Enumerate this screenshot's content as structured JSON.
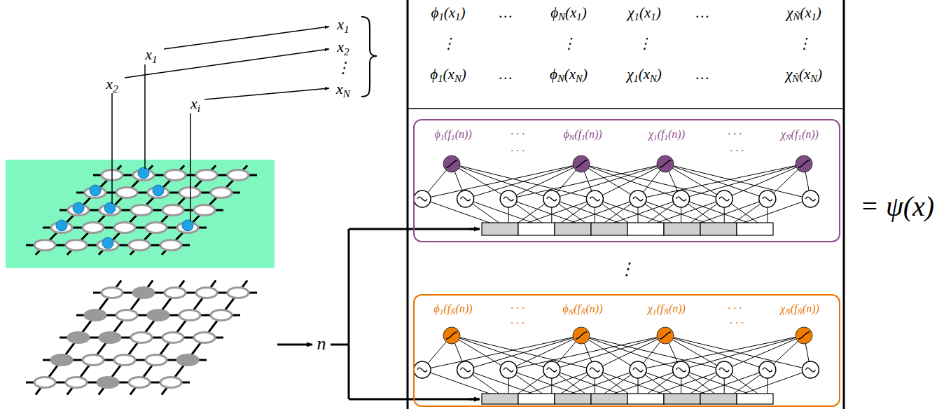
{
  "diagram": {
    "nodes": [
      {
        "text": [
          "ϕ1(f1(n))",
          "· · ·",
          "ϕN(f1(n))",
          "χ1(f1(n))",
          "· · ·",
          "χÑ(f1(n))",
          "· · ·",
          "· · ·"
        ]
      },
      {
        "text": [
          "ϕ1(fÑ(n))",
          "· · ·",
          "ϕN(fÑ(n))",
          "χ1(fÑ(n))",
          "· · ·",
          "χÑ(fÑ(n))",
          "· · ·",
          "· · ·"
        ]
      }
    ],
    "labels": [
      "x1",
      "x2",
      "xi",
      "x1",
      "x2",
      "⋮",
      "xN",
      "ϕ1(x1)",
      "…",
      "ϕN(x1)",
      "χ1(x1)",
      "…",
      "χÑ(x1)",
      "⋮",
      "⋮",
      "⋮",
      "⋮",
      "ϕ1(xN)",
      "…",
      "ϕN(xN)",
      "χ1(xN)",
      "…",
      "χÑ(xN)",
      "n",
      "⋮",
      "= ψ(x)"
    ]
  }
}
